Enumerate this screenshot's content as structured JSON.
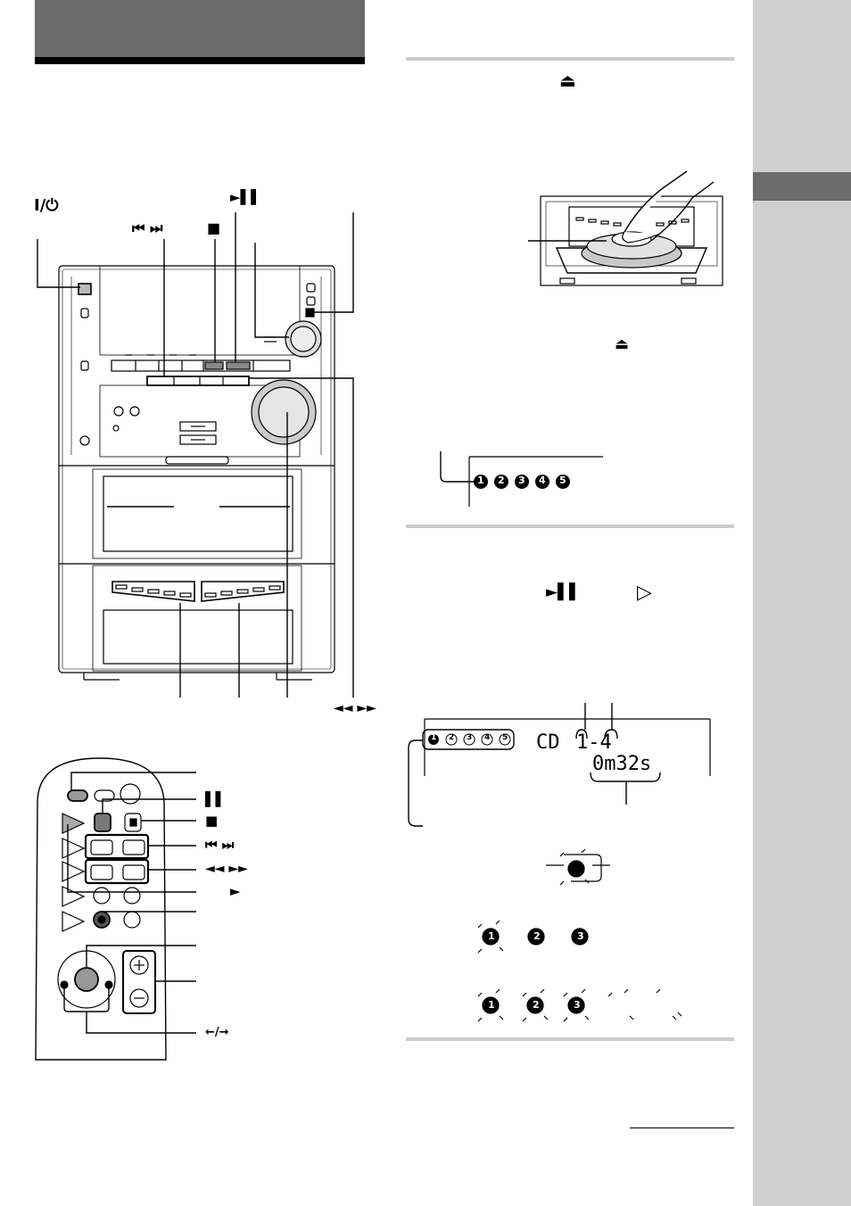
{
  "labels": {
    "power": "I/⏻",
    "prev_next": "⏮ ⏭",
    "stop": "■",
    "play_pause": "►▌▌",
    "rew_ff": "◄◄ ►►",
    "eject_top": "⏏",
    "eject_mid": "⏏",
    "play_pause_step2": "►▌▌",
    "play_outline": "▷"
  },
  "remote_labels": {
    "pause": "▌▌",
    "stop": "■",
    "prev_next": "⏮ ⏭",
    "rew_ff": "◄◄ ►►",
    "play": "►",
    "select": "←/→"
  },
  "display": {
    "source": "CD",
    "disc_track": "1-4",
    "time": "0m32s",
    "discs": [
      "1",
      "2",
      "3",
      "4",
      "5"
    ]
  },
  "disc_tray_display": {
    "discs": [
      "1",
      "2",
      "3",
      "4",
      "5"
    ]
  },
  "disc_sequences": {
    "row1": [
      "1",
      "2",
      "3"
    ],
    "row2": [
      "1",
      "2",
      "3"
    ]
  },
  "colors": {
    "header_block": "#6b6b6b",
    "sidebar": "#cfcfcf",
    "sidebar_tab": "#6b6b6b",
    "rule": "#cccccc"
  }
}
